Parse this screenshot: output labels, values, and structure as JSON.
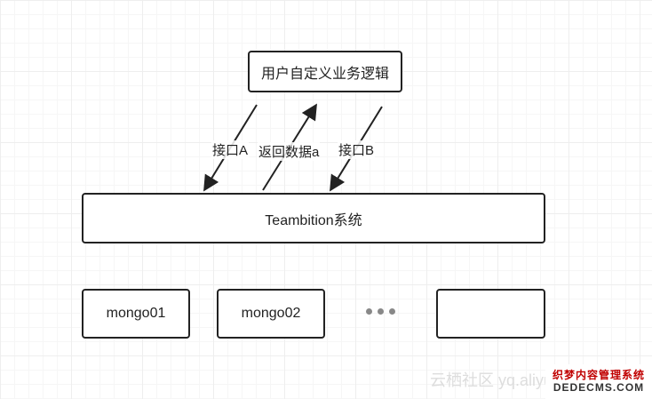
{
  "nodes": {
    "logic": "用户自定义业务逻辑",
    "teambition": "Teambition系统",
    "mongo01": "mongo01",
    "mongo02": "mongo02",
    "mongo_n": ""
  },
  "edges": {
    "interface_a": "接口A",
    "return_data": "返回数据a",
    "interface_b": "接口B"
  },
  "ellipsis_icon": "ellipsis-icon",
  "colors": {
    "stroke": "#222222",
    "ellipsis": "#888888",
    "badge_red": "#c00000"
  },
  "watermark": {
    "text": "云栖社区 yq.aliyun.com",
    "badge_cn": "织梦内容管理系统",
    "badge_en": "DEDECMS.COM"
  }
}
